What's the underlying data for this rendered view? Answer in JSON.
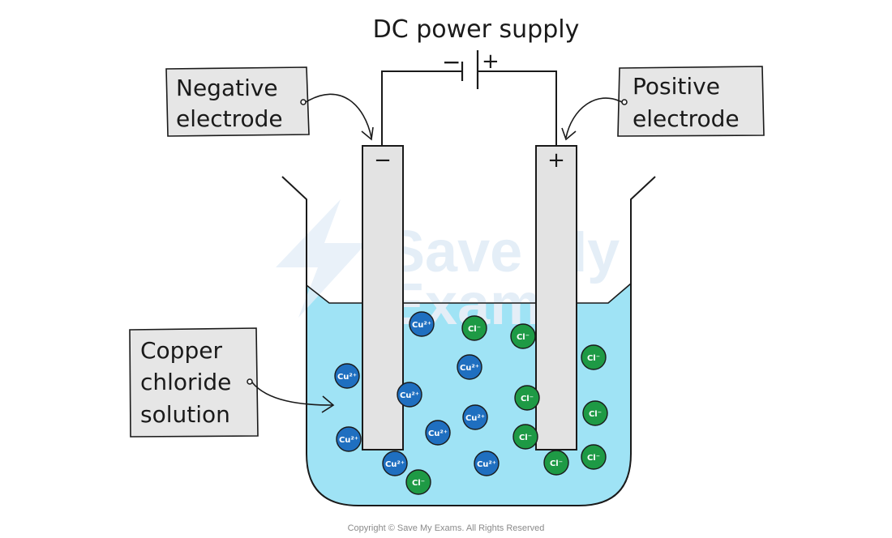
{
  "title": "DC power supply",
  "battery": {
    "negative_sign": "−",
    "positive_sign": "+"
  },
  "labels": {
    "negative_electrode": [
      "Negative",
      "electrode"
    ],
    "positive_electrode": [
      "Positive",
      "electrode"
    ],
    "solution": [
      "Copper",
      "chloride",
      "solution"
    ]
  },
  "electrode_signs": {
    "negative": "−",
    "positive": "+"
  },
  "ions": {
    "cation": {
      "label": "Cu²⁺",
      "color": "#1f6fc0"
    },
    "anion": {
      "label": "Cl⁻",
      "color": "#1e9a45"
    }
  },
  "colors": {
    "solution": "#9fe3f5",
    "electrode": "#e3e3e3",
    "label_box": "#e6e6e6",
    "outline": "#1a1a1a"
  },
  "watermark": [
    "Save My",
    "Exams"
  ],
  "copyright": "Copyright © Save My Exams. All Rights Reserved"
}
